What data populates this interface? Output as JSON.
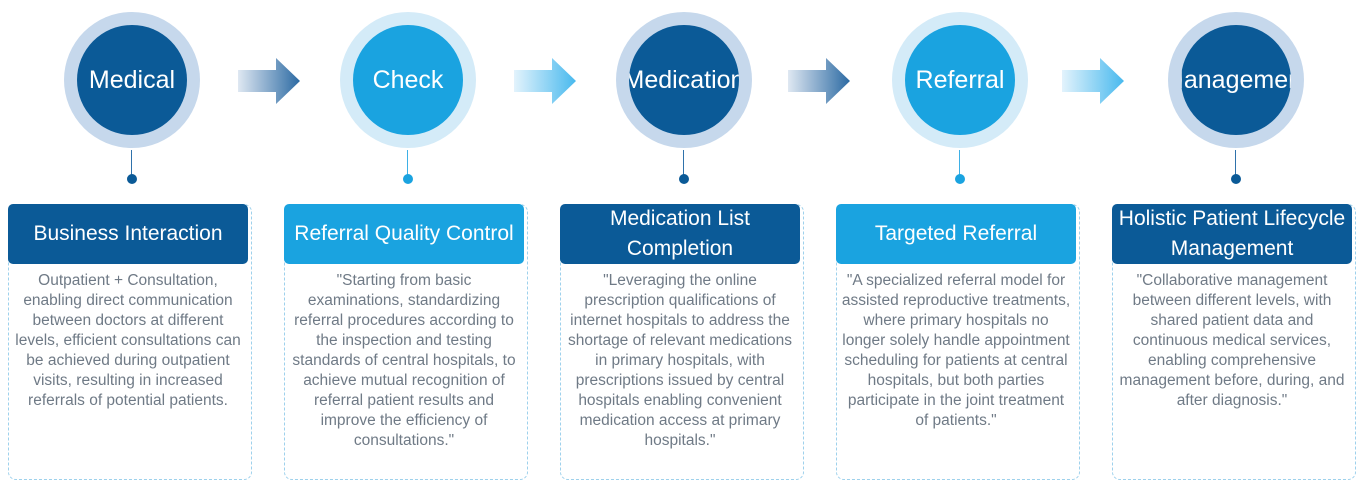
{
  "steps": [
    {
      "circle_label": "Medical",
      "title": "Business Interaction",
      "description": "Outpatient + Consultation, enabling direct communication between doctors at different levels, efficient consultations can be achieved during outpatient visits, resulting in increased referrals of potential patients.",
      "tone": "dark"
    },
    {
      "circle_label": "Check",
      "title": "Referral Quality Control",
      "description": "\"Starting from basic examinations, standardizing referral procedures according to the inspection and testing standards of central hospitals, to achieve mutual recognition of referral patient results and improve the efficiency of consultations.\"",
      "tone": "light"
    },
    {
      "circle_label": "Medication",
      "title": "Medication List Completion",
      "description": "\"Leveraging the online prescription qualifications of internet hospitals to address the shortage of relevant medications in primary hospitals, with prescriptions issued by central hospitals enabling convenient medication access at primary hospitals.\"",
      "tone": "dark"
    },
    {
      "circle_label": "Referral",
      "title": "Targeted Referral",
      "description": "\"A specialized referral model for assisted reproductive treatments, where primary hospitals no longer solely handle appointment scheduling for patients at central hospitals, but both parties participate in the joint treatment of patients.\"",
      "tone": "light"
    },
    {
      "circle_label": "Management",
      "title": "Holistic Patient Lifecycle Management",
      "description": "\"Collaborative management between different levels, with shared patient data and continuous medical services, enabling comprehensive management before, during, and after diagnosis.\"",
      "tone": "dark"
    }
  ],
  "colors": {
    "dark": "#0b5a97",
    "light": "#1aa3e0",
    "body_text": "#6f7a86"
  }
}
